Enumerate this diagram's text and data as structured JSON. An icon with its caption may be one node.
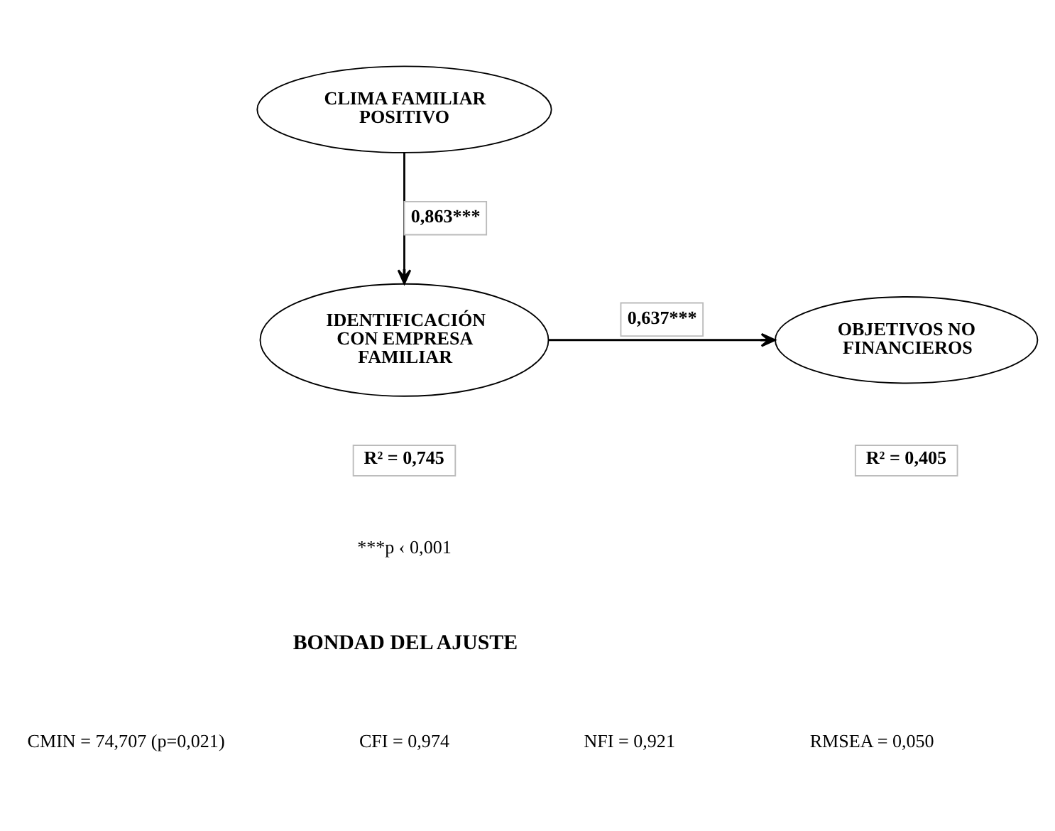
{
  "diagram": {
    "nodes": [
      {
        "text": [
          "CLIMA FAMILIAR POSITIVO"
        ]
      },
      {
        "text": [
          "IDENTIFICACIÓN CON EMPRESA FAMILIAR"
        ],
        "beside": [
          "R² = 0,745"
        ]
      },
      {
        "text": [
          "OBJETIVOS NO FINANCIEROS"
        ],
        "beside": [
          "R² = 0,405"
        ]
      }
    ],
    "edges": [
      {
        "from": 0,
        "to": 1,
        "arrow": "to",
        "label": "0,863***"
      },
      {
        "from": 1,
        "to": 2,
        "arrow": "to",
        "label": "0,637***"
      }
    ],
    "labels": [
      "***p ‹ 0,001",
      "BONDAD DEL AJUSTE",
      "CMIN = 74,707 (p=0,021)",
      "CFI = 0,974",
      "NFI = 0,921",
      "RMSEA = 0,050"
    ]
  }
}
